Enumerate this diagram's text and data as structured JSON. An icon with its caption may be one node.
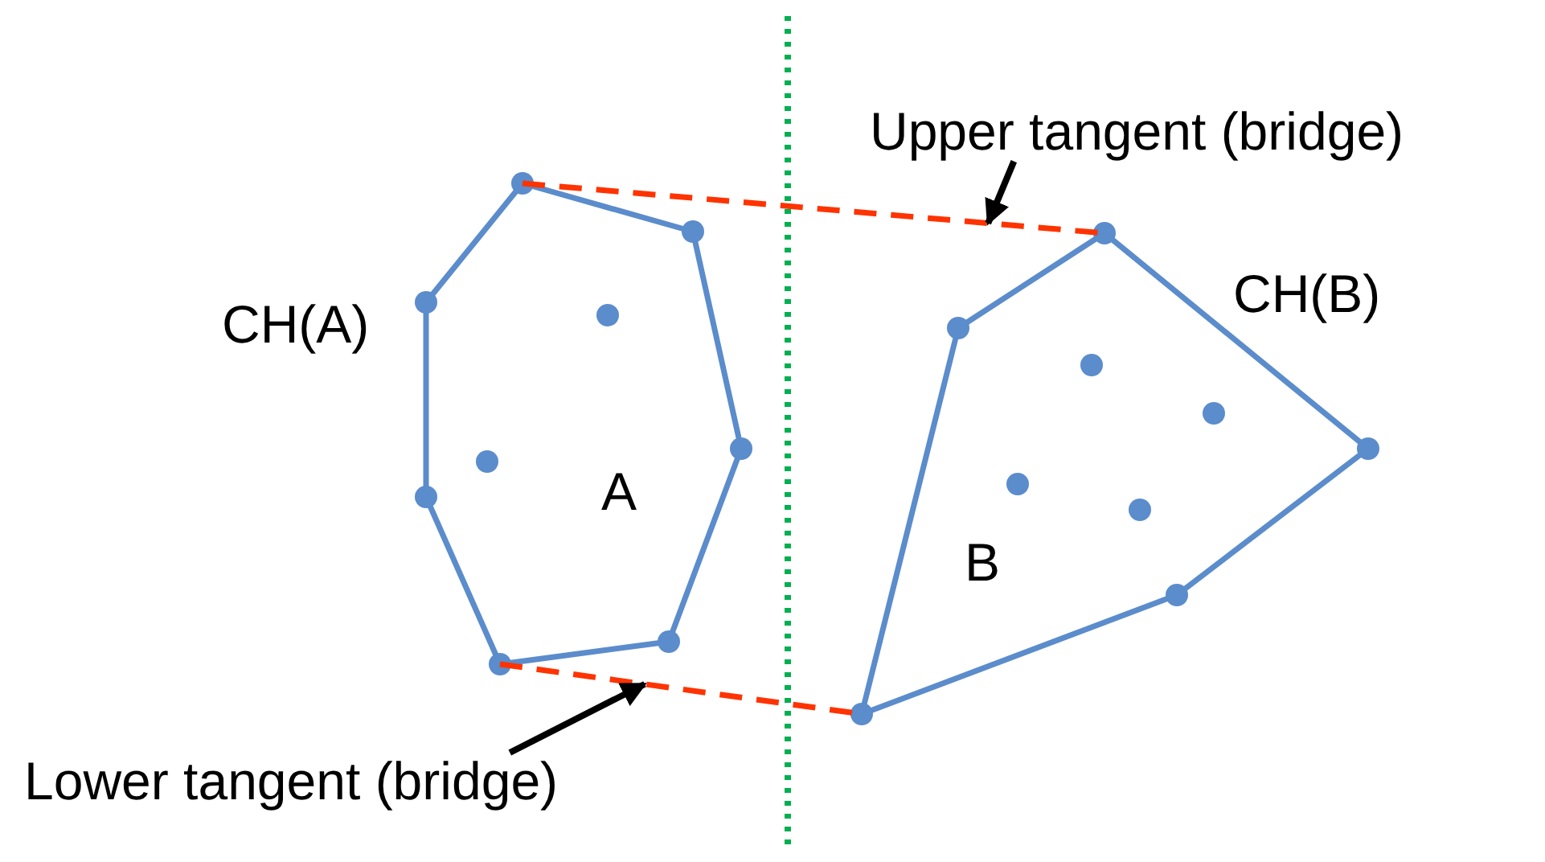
{
  "diagram": {
    "nodes": [
      {
        "text": [
          "Upper tangent (bridge)"
        ]
      },
      {
        "text": [],
        "shape": "line"
      },
      {
        "text": [
          "Lower tangent (bridge)"
        ]
      },
      {
        "text": [],
        "shape": "line"
      }
    ],
    "edges": [
      {
        "from": 0,
        "to": 1,
        "arrow": "to"
      },
      {
        "from": 2,
        "to": 3,
        "arrow": "to"
      }
    ],
    "labels": [
      "CH(A)",
      "A",
      "CH(B)",
      "B"
    ]
  }
}
